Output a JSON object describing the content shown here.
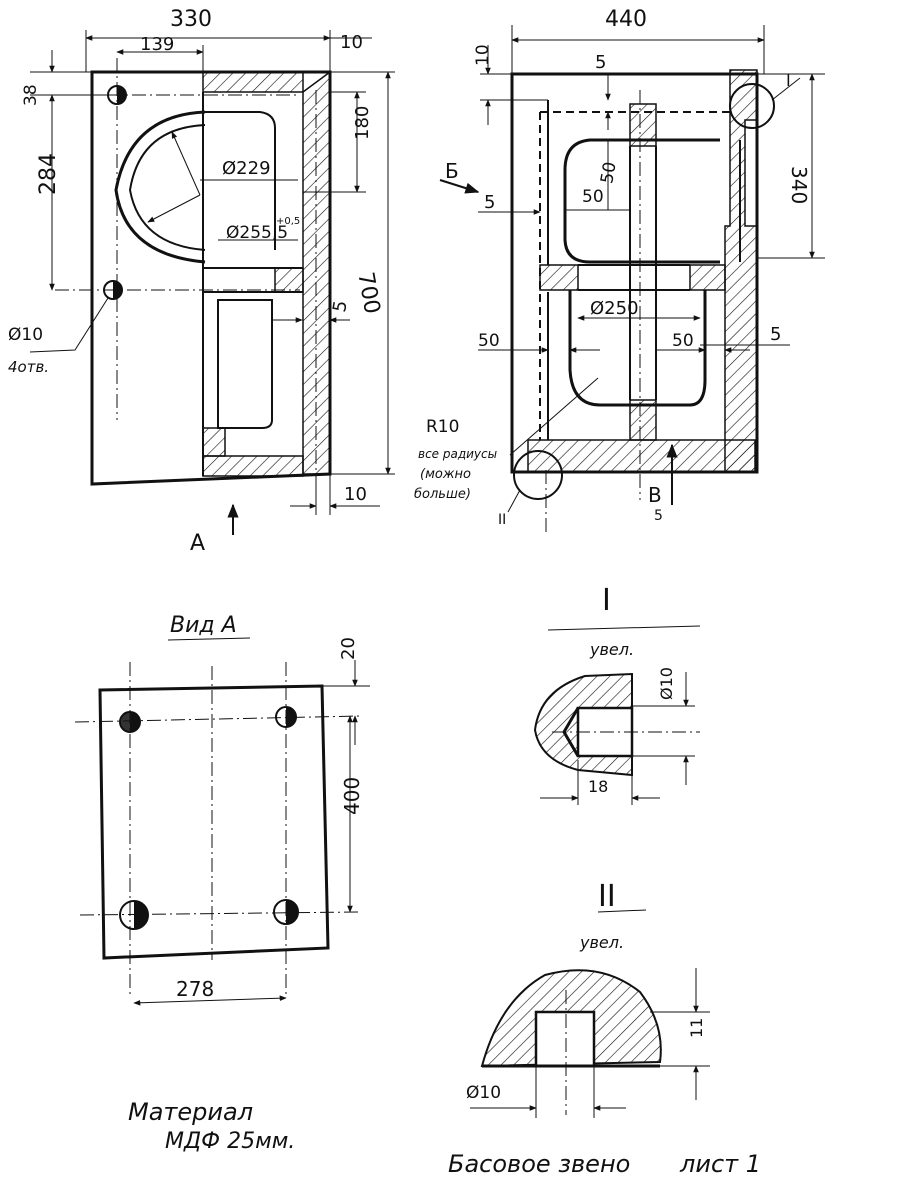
{
  "title_block": {
    "part_name": "Басовое звено",
    "sheet": "лист 1"
  },
  "material": {
    "line1": "Материал",
    "line2": "МДФ 25мм."
  },
  "front_section": {
    "dims": {
      "overall_width": "330",
      "hole_offset": "139",
      "wall_top": "10",
      "top_offset": "38",
      "hole_spacing": "284",
      "upper_height": "180",
      "total_height": "700",
      "dia_inner": "Ø229",
      "dia_outer": "Ø255,5",
      "dia_outer_tol": "+0,5",
      "gap": "5",
      "wall_bottom": "10"
    },
    "hole_note": {
      "dia": "Ø10",
      "count": "4отв."
    },
    "view_arrow": "A"
  },
  "side_section": {
    "dims": {
      "overall_width": "440",
      "top_wall": "10",
      "step_top": "5",
      "wall_50_a": "50",
      "wall_50_b": "50",
      "left_5": "5",
      "upper_height": "340",
      "dia_port": "Ø250",
      "left_50": "50",
      "right_50": "50",
      "right_5": "5"
    },
    "arrow_label": "Б",
    "radius_note": {
      "line1": "R10",
      "line2": "все радиусы",
      "line3": "(можно",
      "line4": "больше)"
    },
    "detail_1_marker": "I",
    "detail_2_marker": "II",
    "section_b": "В",
    "section_b_sub": "5"
  },
  "view_a": {
    "title": "Вид А",
    "dims": {
      "edge": "20",
      "spacing_v": "400",
      "spacing_h": "278"
    }
  },
  "detail_1": {
    "title": "I",
    "subtitle": "увел.",
    "dims": {
      "dia": "Ø10",
      "depth": "18"
    }
  },
  "detail_2": {
    "title": "II",
    "subtitle": "увел.",
    "dims": {
      "dia": "Ø10",
      "depth": "11"
    }
  }
}
